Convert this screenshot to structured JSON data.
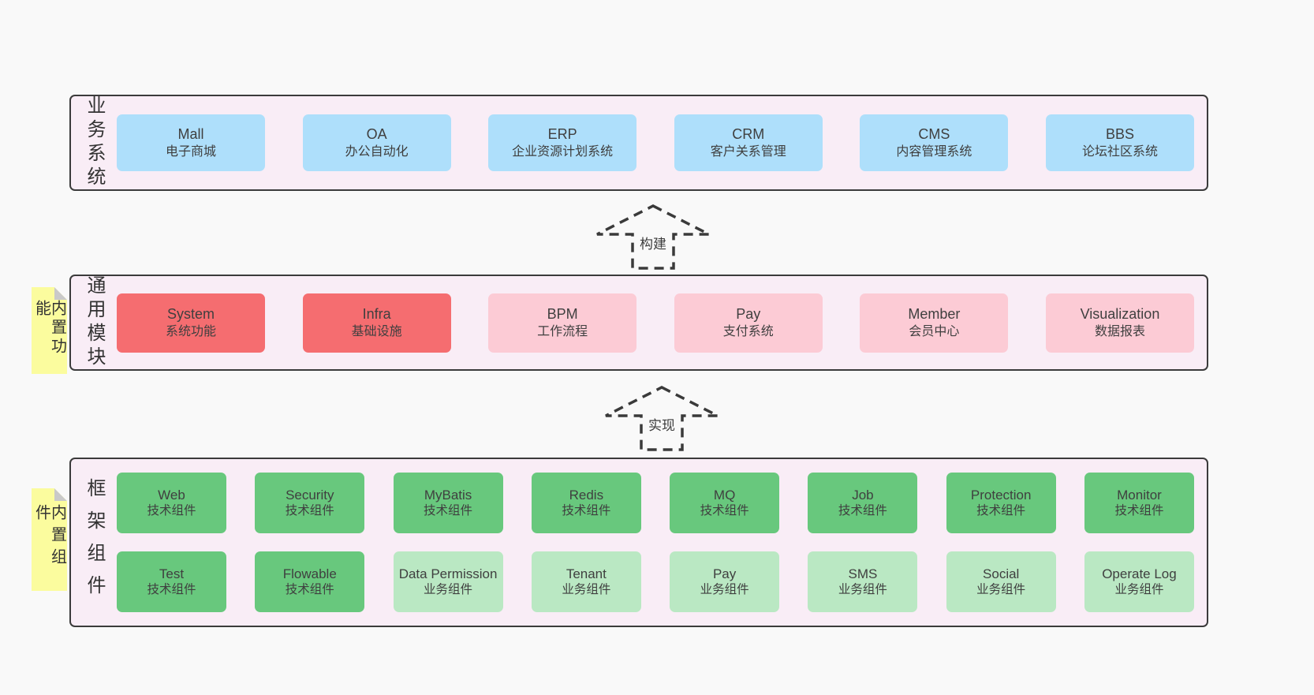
{
  "colors": {
    "page_bg": "#f9f9f9",
    "panel_bg": "#f9edf6",
    "panel_border": "#3b3b3b",
    "card_blue": "#aedffb",
    "card_red": "#f56d70",
    "card_pink": "#fccbd5",
    "card_green": "#68c87d",
    "card_green_light": "#bae8c3",
    "sticky_yellow": "#fbfc9e"
  },
  "arrows": {
    "build": "构建",
    "implement": "实现"
  },
  "stickies": {
    "features": "内置功能",
    "components": "内置组件"
  },
  "sections": {
    "business": {
      "label": "业务系统",
      "items": [
        {
          "title": "Mall",
          "subtitle": "电子商城"
        },
        {
          "title": "OA",
          "subtitle": "办公自动化"
        },
        {
          "title": "ERP",
          "subtitle": "企业资源计划系统"
        },
        {
          "title": "CRM",
          "subtitle": "客户关系管理"
        },
        {
          "title": "CMS",
          "subtitle": "内容管理系统"
        },
        {
          "title": "BBS",
          "subtitle": "论坛社区系统"
        }
      ]
    },
    "modules": {
      "label": "通用模块",
      "items": [
        {
          "title": "System",
          "subtitle": "系统功能"
        },
        {
          "title": "Infra",
          "subtitle": "基础设施"
        },
        {
          "title": "BPM",
          "subtitle": "工作流程"
        },
        {
          "title": "Pay",
          "subtitle": "支付系统"
        },
        {
          "title": "Member",
          "subtitle": "会员中心"
        },
        {
          "title": "Visualization",
          "subtitle": "数据报表"
        }
      ]
    },
    "framework": {
      "label": "框架组件",
      "row1": [
        {
          "title": "Web",
          "subtitle": "技术组件"
        },
        {
          "title": "Security",
          "subtitle": "技术组件"
        },
        {
          "title": "MyBatis",
          "subtitle": "技术组件"
        },
        {
          "title": "Redis",
          "subtitle": "技术组件"
        },
        {
          "title": "MQ",
          "subtitle": "技术组件"
        },
        {
          "title": "Job",
          "subtitle": "技术组件"
        },
        {
          "title": "Protection",
          "subtitle": "技术组件"
        },
        {
          "title": "Monitor",
          "subtitle": "技术组件"
        }
      ],
      "row2": [
        {
          "title": "Test",
          "subtitle": "技术组件"
        },
        {
          "title": "Flowable",
          "subtitle": "技术组件"
        },
        {
          "title": "Data Permission",
          "subtitle": "业务组件"
        },
        {
          "title": "Tenant",
          "subtitle": "业务组件"
        },
        {
          "title": "Pay",
          "subtitle": "业务组件"
        },
        {
          "title": "SMS",
          "subtitle": "业务组件"
        },
        {
          "title": "Social",
          "subtitle": "业务组件"
        },
        {
          "title": "Operate Log",
          "subtitle": "业务组件"
        }
      ]
    }
  }
}
